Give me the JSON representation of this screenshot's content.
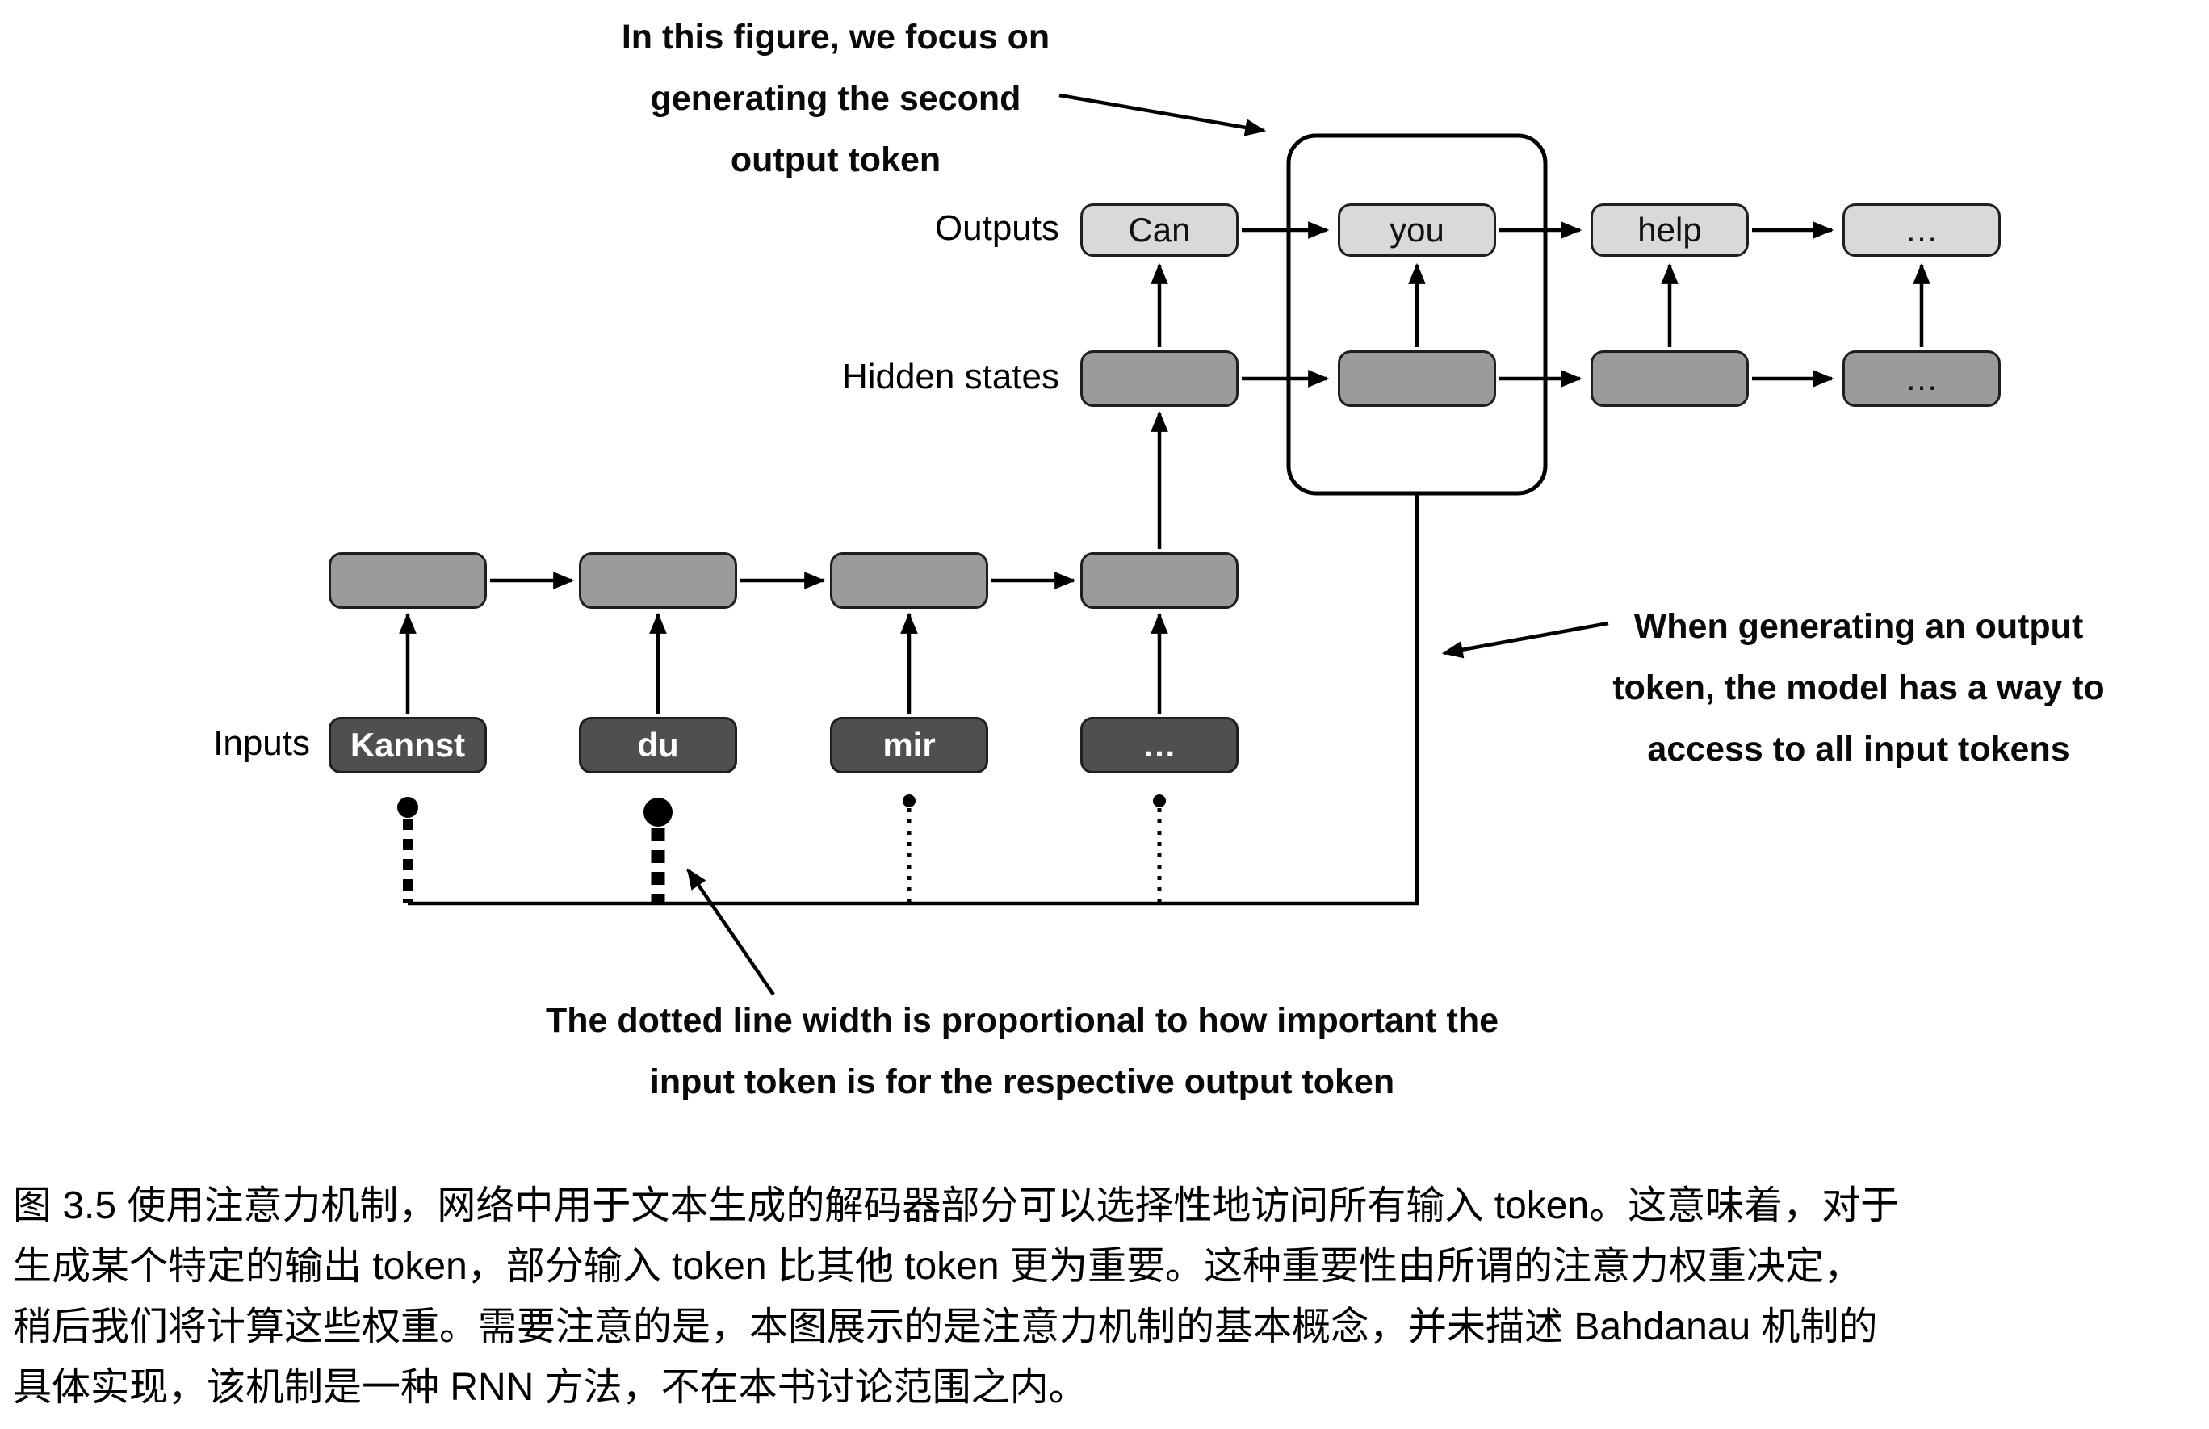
{
  "figure": {
    "annotations": {
      "focus": {
        "lines": [
          "In this figure, we focus on",
          "generating the second",
          "output token"
        ]
      },
      "access": {
        "lines": [
          "When generating an output",
          "token, the model has a way to",
          "access to all input tokens"
        ]
      },
      "dotted": {
        "lines": [
          "The dotted line width is proportional to how important the",
          "input token is for the respective output token"
        ]
      }
    },
    "rows": {
      "outputs_label": "Outputs",
      "hidden_label": "Hidden states",
      "inputs_label": "Inputs"
    },
    "outputs": [
      "Can",
      "you",
      "help",
      "…"
    ],
    "decoder_hidden": [
      "",
      "",
      "",
      "…"
    ],
    "inputs": [
      "Kannst",
      "du",
      "mir",
      "…"
    ],
    "colors": {
      "output_box": "#d9d9d9",
      "hidden_box": "#9b9b9b",
      "input_box": "#4f4f4f",
      "line": "#000000"
    }
  },
  "caption": {
    "lines": [
      "图 3.5 使用注意力机制，网络中用于文本生成的解码器部分可以选择性地访问所有输入 token。这意味着，对于",
      "生成某个特定的输出 token，部分输入 token 比其他 token 更为重要。这种重要性由所谓的注意力权重决定，",
      "稍后我们将计算这些权重。需要注意的是，本图展示的是注意力机制的基本概念，并未描述 Bahdanau 机制的",
      "具体实现，该机制是一种 RNN 方法，不在本书讨论范围之内。"
    ]
  }
}
